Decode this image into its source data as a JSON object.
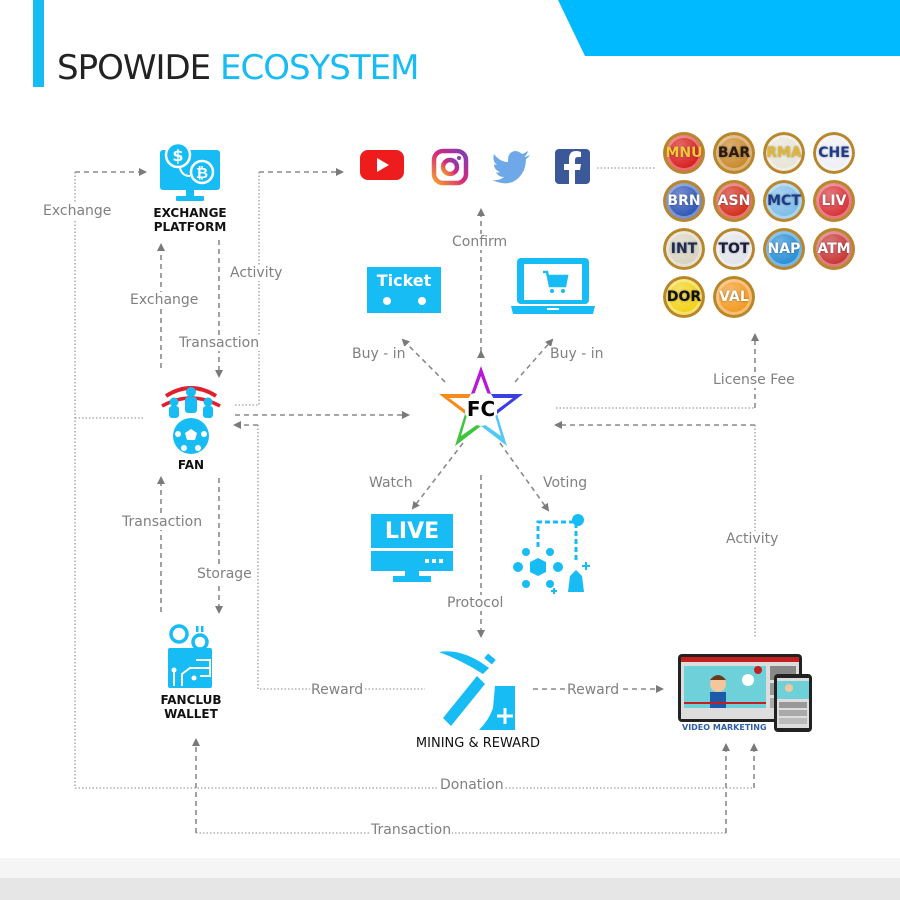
{
  "title": {
    "part1": "SPOWIDE",
    "part2": "ECOSYSTEM"
  },
  "colors": {
    "accent": "#17bcf5",
    "text_dark": "#222222",
    "arrow": "#808080"
  },
  "nodes": {
    "exchange_platform": {
      "label_line1": "EXCHANGE",
      "label_line2": "PLATFORM",
      "icon": "exchange-monitor-icon"
    },
    "fan": {
      "label": "FAN",
      "icon": "fan-football-icon"
    },
    "fanclub_wallet": {
      "label_line1": "FANCLUB",
      "label_line2": "WALLET",
      "icon": "wallet-icon"
    },
    "fc": {
      "label": "FC",
      "icon": "star-logo-icon"
    },
    "ticket": {
      "label": "Ticket",
      "icon": "ticket-icon"
    },
    "shop": {
      "icon": "laptop-cart-icon"
    },
    "live": {
      "label": "LIVE",
      "icon": "live-tv-icon"
    },
    "voting": {
      "icon": "voting-strategy-icon"
    },
    "mining": {
      "label": "MINING & REWARD",
      "icon": "pickaxe-icon"
    },
    "video_marketing": {
      "label": "VIDEO MARKETING",
      "icon": "video-marketing-icon"
    },
    "social": [
      {
        "name": "youtube",
        "icon": "youtube-icon",
        "color": "#ee1c1c"
      },
      {
        "name": "instagram",
        "icon": "instagram-icon",
        "color": "#c13584"
      },
      {
        "name": "twitter",
        "icon": "twitter-icon",
        "color": "#6fa8e8"
      },
      {
        "name": "facebook",
        "icon": "facebook-icon",
        "color": "#3b5998"
      }
    ]
  },
  "coins": [
    {
      "code": "MNU",
      "bg": "#d82020",
      "fg": "#f3c93a"
    },
    {
      "code": "BAR",
      "bg": "#c98a2e",
      "fg": "#2a1a10"
    },
    {
      "code": "RMA",
      "bg": "#e8e4d8",
      "fg": "#e3b62b"
    },
    {
      "code": "CHE",
      "bg": "#eef0f6",
      "fg": "#1e3a8a"
    },
    {
      "code": "BRN",
      "bg": "#3157b8",
      "fg": "#ffffff"
    },
    {
      "code": "ASN",
      "bg": "#d23020",
      "fg": "#ffffff"
    },
    {
      "code": "MCT",
      "bg": "#7fbde8",
      "fg": "#1e3a8a"
    },
    {
      "code": "LIV",
      "bg": "#d8343a",
      "fg": "#ffffff"
    },
    {
      "code": "INT",
      "bg": "#d8d2c0",
      "fg": "#1c2a55"
    },
    {
      "code": "TOT",
      "bg": "#e2e4ea",
      "fg": "#1b1b3a"
    },
    {
      "code": "NAP",
      "bg": "#2a8fd6",
      "fg": "#ffffff"
    },
    {
      "code": "ATM",
      "bg": "#c83636",
      "fg": "#ffffff"
    },
    {
      "code": "DOR",
      "bg": "#f2d21c",
      "fg": "#111111"
    },
    {
      "code": "VAL",
      "bg": "#f39a24",
      "fg": "#ffffff"
    }
  ],
  "edges": {
    "exchange_outer": "Exchange",
    "exchange_inner": "Exchange",
    "activity_left": "Activity",
    "transaction_down": "Transaction",
    "confirm": "Confirm",
    "buyin_left": "Buy - in",
    "buyin_right": "Buy - in",
    "license_fee": "License Fee",
    "watch": "Watch",
    "voting": "Voting",
    "activity_right": "Activity",
    "transaction_up": "Transaction",
    "storage": "Storage",
    "protocol": "Protocol",
    "reward_left": "Reward",
    "reward_right": "Reward",
    "donation": "Donation",
    "transaction_bottom": "Transaction"
  }
}
